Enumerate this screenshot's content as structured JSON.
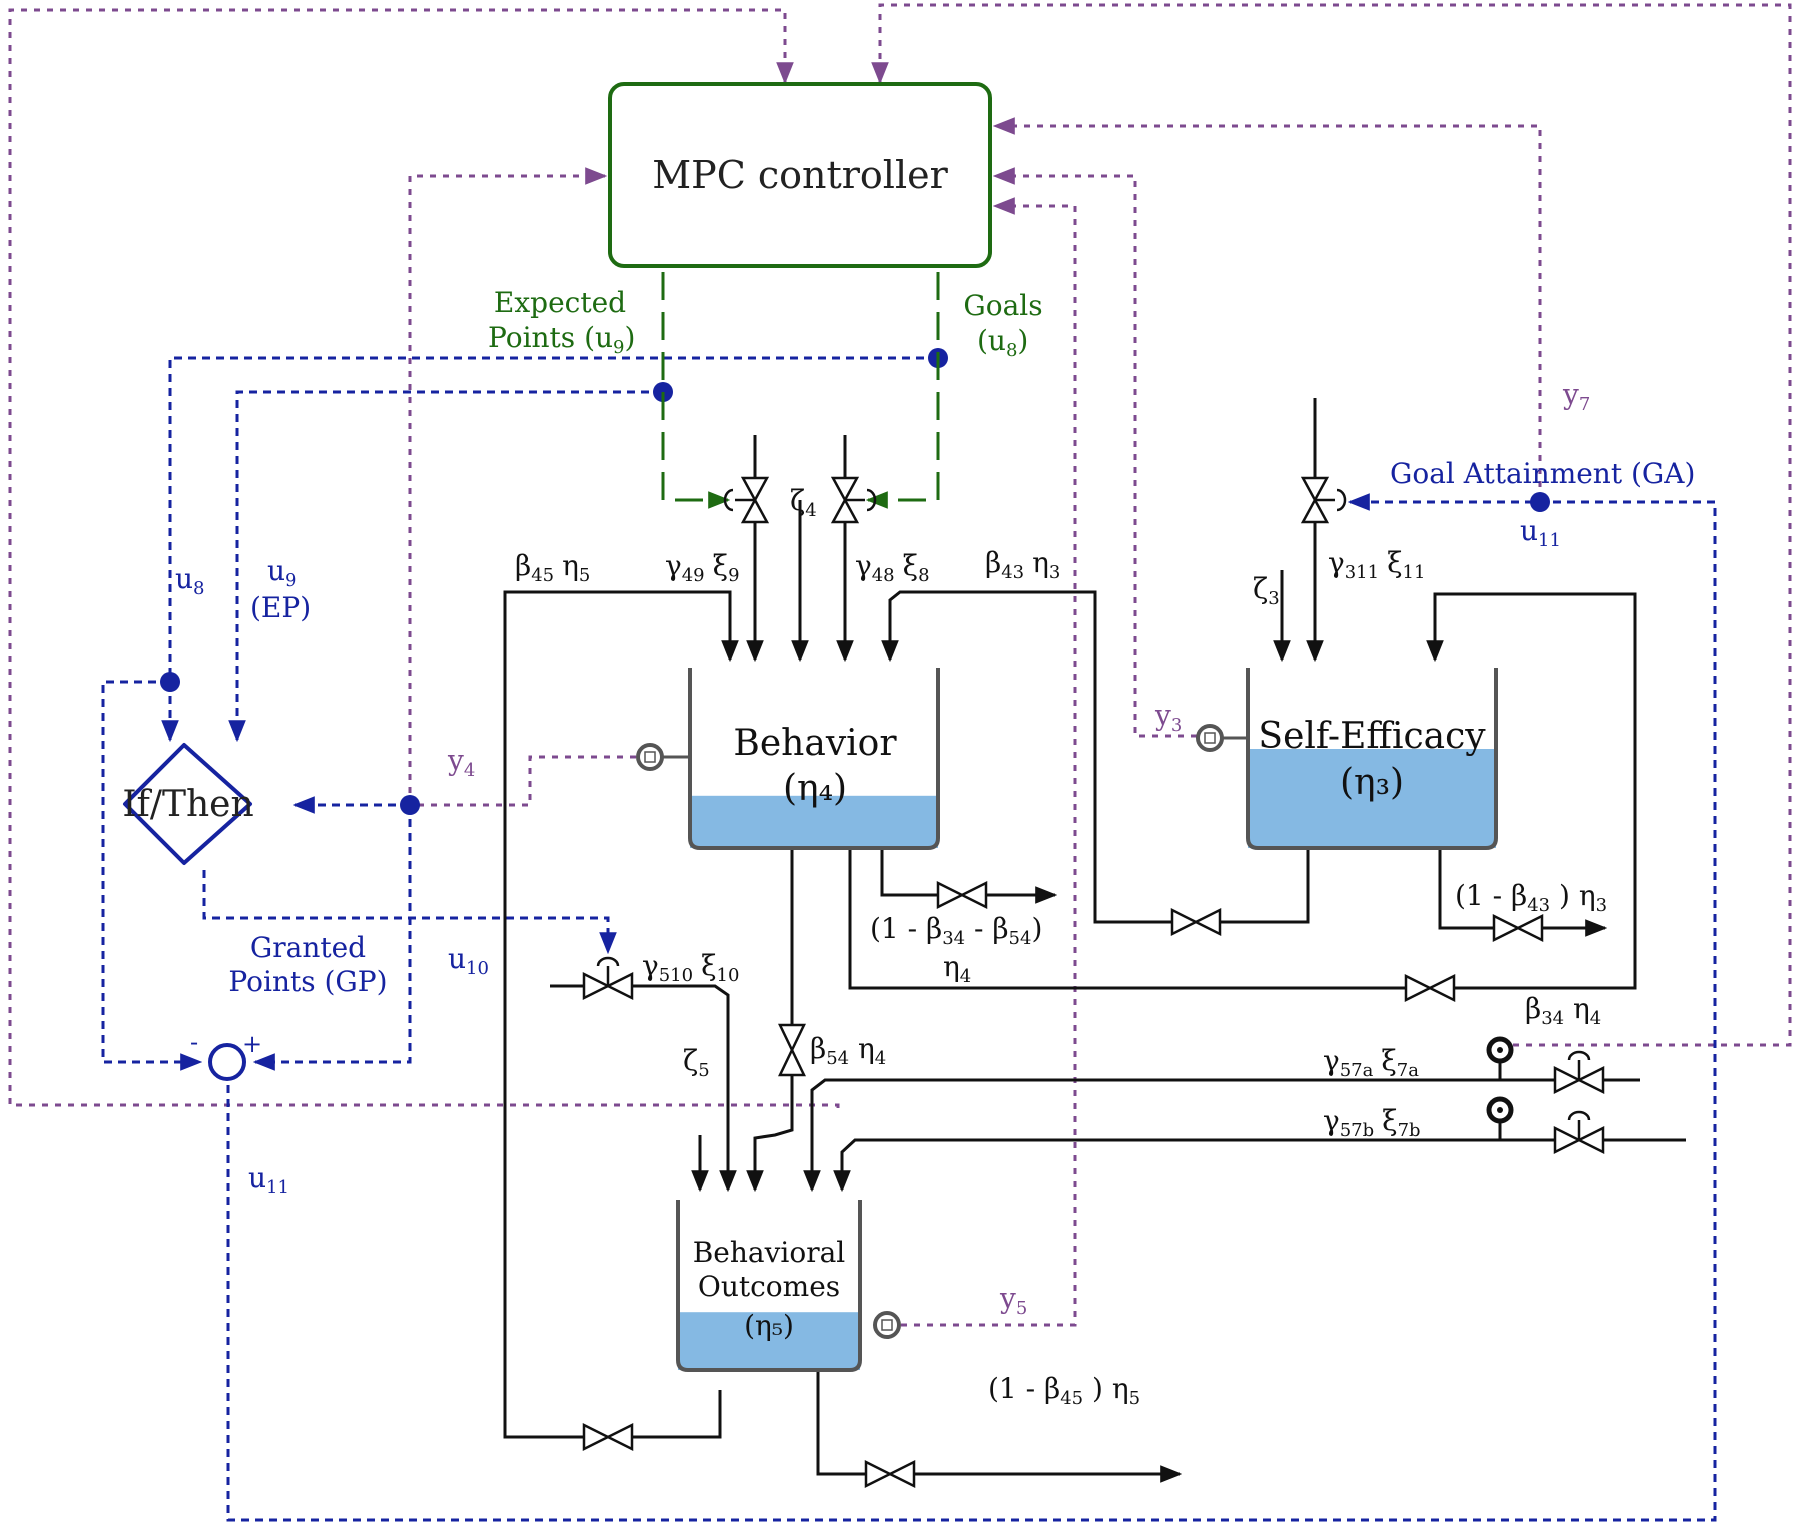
{
  "controller": {
    "label": "MPC controller"
  },
  "tanks": {
    "behavior": {
      "name": "Behavior",
      "var": "(η₄)",
      "level": 0.29
    },
    "self_efficacy": {
      "name": "Self-Efficacy",
      "var": "(η₃)",
      "level": 0.55
    },
    "outcomes": {
      "name_line1": "Behavioral",
      "name_line2": "Outcomes",
      "var": "(η₅)",
      "level": 0.34
    }
  },
  "decision": {
    "label": "If/Then"
  },
  "labels": {
    "expected_1": "Expected",
    "expected_2": "Points (u",
    "expected_sub": "9",
    "goals_1": "Goals",
    "goals_2": "(u",
    "goals_sub": "8",
    "u8": "u",
    "u8_sub": "8",
    "u9": "u",
    "u9_sub": "9",
    "ep": "(EP)",
    "y4": "y",
    "y4_sub": "4",
    "y3": "y",
    "y3_sub": "3",
    "y5": "y",
    "y5_sub": "5",
    "y7": "y",
    "y7_sub": "7",
    "ga": "Goal Attainment (GA)",
    "u11_right": "u",
    "u11_right_sub": "11",
    "u11_left": "u",
    "u11_left_sub": "11",
    "u10": "u",
    "u10_sub": "10",
    "granted_1": "Granted",
    "granted_2": "Points (GP)",
    "minus": "-",
    "plus": "+",
    "beta45_eta5": "β",
    "beta45_sub": "45",
    "beta45_eta": "η",
    "beta45_eta_sub": "5",
    "gamma49": "γ",
    "gamma49_sub": "49",
    "xi9": "ξ",
    "xi9_sub": "9",
    "zeta4": "ζ",
    "zeta4_sub": "4",
    "gamma48": "γ",
    "gamma48_sub": "48",
    "xi8": "ξ",
    "xi8_sub": "8",
    "beta43": "β",
    "beta43_sub": "43",
    "beta43_eta": "η",
    "beta43_eta_sub": "3",
    "zeta3": "ζ",
    "zeta3_sub": "3",
    "gamma311": "γ",
    "gamma311_sub": "311",
    "xi11": "ξ",
    "xi11_sub": "11",
    "out4_a": "(1 - β",
    "out4_sub1": "34",
    "out4_b": " - β",
    "out4_sub2": "54",
    "out4_c": ")",
    "out4_eta": "η",
    "out4_eta_sub": "4",
    "out3_a": "(1 - β",
    "out3_sub": "43",
    "out3_b": " ) η",
    "out3_eta_sub": "3",
    "beta34": "β",
    "beta34_sub": "34",
    "beta34_eta": " η",
    "beta34_eta_sub": "4",
    "gamma510": "γ",
    "gamma510_sub": "510",
    "xi10": "ξ",
    "xi10_sub": "10",
    "zeta5": "ζ",
    "zeta5_sub": "5",
    "beta54": "β",
    "beta54_sub": "54",
    "beta54_eta": " η",
    "beta54_eta_sub": "4",
    "gamma57a": "γ",
    "gamma57a_sub": "57a",
    "xi7a": "ξ",
    "xi7a_sub": "7a",
    "gamma57b": "γ",
    "gamma57b_sub": "57b",
    "xi7b": "ξ",
    "xi7b_sub": "7b",
    "out5_a": "(1 - β",
    "out5_sub": "45",
    "out5_b": " ) η",
    "out5_eta_sub": "5"
  },
  "colors": {
    "controller": "#1e6b12",
    "feedback_signal": "#7d4a8f",
    "decision_signal": "#1623a0",
    "water": "#85b9e3",
    "pipe": "#111111",
    "tank_wall": "#555555"
  }
}
